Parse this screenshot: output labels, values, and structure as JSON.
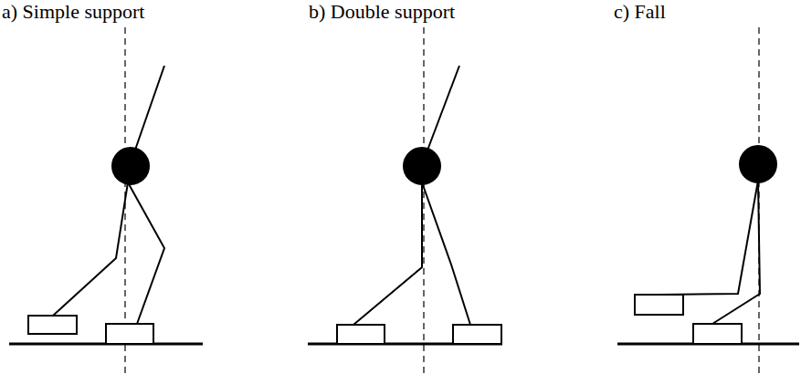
{
  "diagram": {
    "labels": [
      "a) Simple support",
      "b) Double support",
      "c) Fall"
    ]
  }
}
